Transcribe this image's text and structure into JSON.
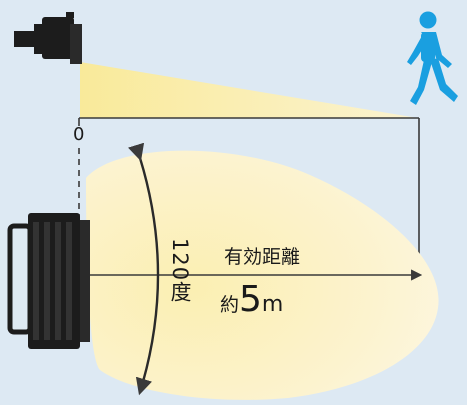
{
  "diagram": {
    "zero_label": "0",
    "angle_label": "120度",
    "distance_caption": "有効距離",
    "distance_prefix": "約",
    "distance_number": "5",
    "distance_unit": "m"
  },
  "colors": {
    "background": "#dde9f3",
    "light_beam": "#fbf0bf",
    "fixture": "#1c1c1c",
    "person": "#1a9fe0",
    "lines": "#3a3a3a"
  },
  "icons": [
    "floodlight-side-icon",
    "floodlight-front-icon",
    "walking-person-icon",
    "angle-arrow-icon"
  ]
}
